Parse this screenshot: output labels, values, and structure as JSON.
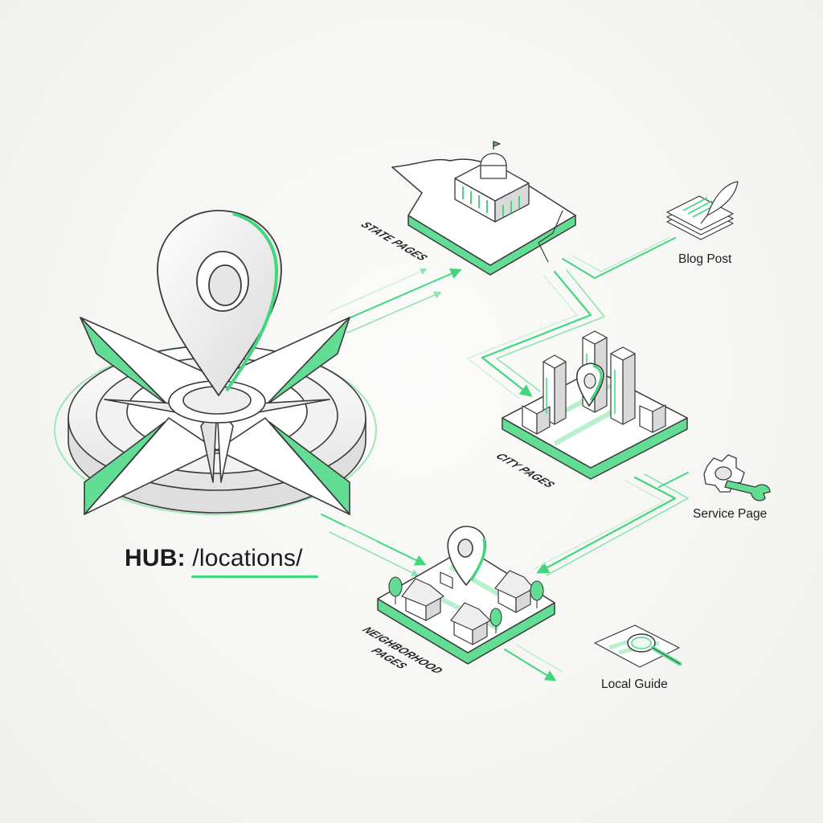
{
  "hub": {
    "title_prefix": "HUB:",
    "title_path": "/locations/"
  },
  "tiers": {
    "state": "STATE PAGES",
    "city": "CITY PAGES",
    "neighborhood_line1": "NEIGHBORHOOD",
    "neighborhood_line2": "PAGES"
  },
  "content_types": {
    "blog": "Blog Post",
    "service": "Service Page",
    "guide": "Local Guide"
  },
  "colors": {
    "accent": "#43d67f",
    "accent_light": "#b8f0cc",
    "outline": "#3a3a3a",
    "surface": "#ffffff",
    "shade": "#d9d9d9",
    "background": "#f6f6f4"
  },
  "icons": [
    "compass-hub-icon",
    "map-pin-icon",
    "capitol-building-icon",
    "skyscraper-icon",
    "house-icon",
    "tree-icon",
    "document-stack-icon",
    "quill-icon",
    "gear-icon",
    "wrench-icon",
    "map-icon",
    "magnifier-icon"
  ]
}
